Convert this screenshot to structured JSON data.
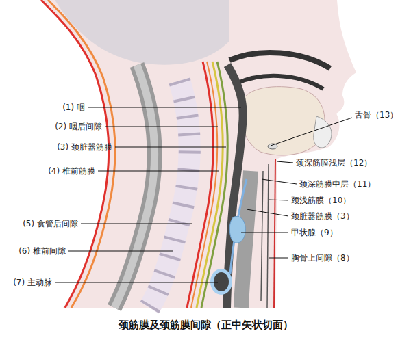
{
  "diagram": {
    "caption": "颈筋膜及颈筋膜间隙（正中矢状切面）",
    "labels": [
      "(1) 咽",
      "(2) 咽后间隙",
      "(3) 颈脏器筋膜",
      "(4) 椎前筋膜",
      "(5) 食管后间隙",
      "(6) 椎前间隙",
      "(7) 主动脉",
      "舌骨（13）",
      "颈深筋膜浅层（12）",
      "颈深筋膜中层（11）",
      "颈浅筋膜（10）",
      "颈脏器筋膜（3）",
      "甲状腺（9）",
      "胸骨上间隙（8）"
    ]
  }
}
